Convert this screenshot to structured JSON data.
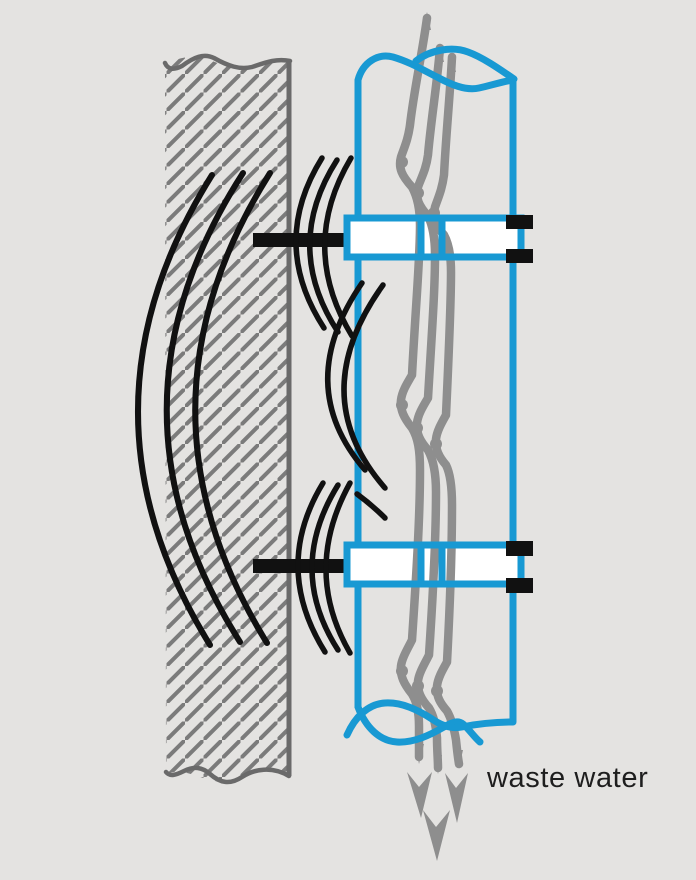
{
  "figure": {
    "labels": {
      "waste_water": "waste water"
    },
    "colors": {
      "background": "#e4e3e1",
      "pipe_blue": "#1899d3",
      "water_gray": "#8e8e8e",
      "wall_edge_gray": "#6a6a6a",
      "hatch_gray": "#7b7b7b",
      "sound_black": "#111111",
      "clamp_fill": "#ffffff",
      "text": "#1e1e1e"
    },
    "shapes": [
      {
        "name": "wall-hatched-section"
      },
      {
        "name": "sound-wave-arcs-wall"
      },
      {
        "name": "wall-anchor-bolt-upper"
      },
      {
        "name": "wall-anchor-bolt-lower"
      },
      {
        "name": "pipe-clamp-upper"
      },
      {
        "name": "pipe-clamp-lower"
      },
      {
        "name": "clamp-bolt-heads"
      },
      {
        "name": "waste-water-pipe"
      },
      {
        "name": "pipe-break-symbol-top"
      },
      {
        "name": "pipe-break-symbol-bottom"
      },
      {
        "name": "sound-wave-arcs-upper-clamp"
      },
      {
        "name": "sound-wave-arcs-lower-clamp"
      },
      {
        "name": "sound-wave-arcs-pipe-wall"
      },
      {
        "name": "water-flow-stream"
      },
      {
        "name": "flow-direction-arrows"
      }
    ]
  }
}
